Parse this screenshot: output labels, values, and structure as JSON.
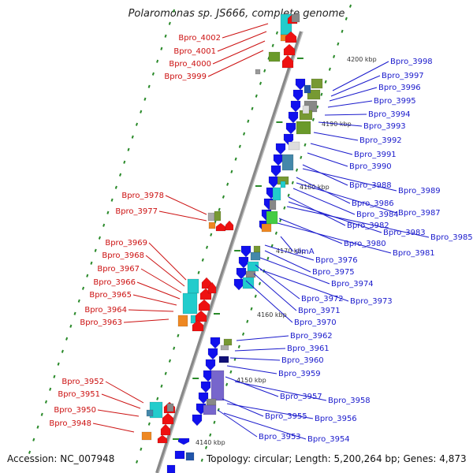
{
  "title": "Polaromonas sp. JS666, complete genome",
  "footer": {
    "accession": "Accession: NC_007948",
    "summary": "Topology: circular; Length: 5,200,264 bp; Genes: 4,873"
  },
  "colors": {
    "forward_label": "#1a1acc",
    "reverse_label": "#cc1111",
    "backbone": "#888888",
    "tick": "#2a8a2a"
  },
  "scale_labels": [
    "4140 kbp",
    "4150 kbp",
    "4160 kbp",
    "4170 kbp",
    "4180 kbp",
    "4190 kbp",
    "4200 kbp"
  ],
  "forward_genes": [
    "Bpro_3998",
    "Bpro_3997",
    "Bpro_3996",
    "Bpro_3995",
    "Bpro_3994",
    "Bpro_3993",
    "Bpro_3992",
    "Bpro_3991",
    "Bpro_3990",
    "Bpro_3988",
    "Bpro_3989",
    "Bpro_3986",
    "Bpro_3987",
    "Bpro_3984",
    "Bpro_3982",
    "Bpro_3983",
    "Bpro_3985",
    "Bpro_3980",
    "Bpro_3981",
    "slmA",
    "Bpro_3976",
    "Bpro_3975",
    "Bpro_3974",
    "Bpro_3972",
    "Bpro_3973",
    "Bpro_3971",
    "Bpro_3970",
    "Bpro_3962",
    "Bpro_3961",
    "Bpro_3960",
    "Bpro_3959",
    "Bpro_3957",
    "Bpro_3958",
    "Bpro_3955",
    "Bpro_3956",
    "Bpro_3953",
    "Bpro_3954"
  ],
  "reverse_genes": [
    "Bpro_4002",
    "Bpro_4001",
    "Bpro_4000",
    "Bpro_3999",
    "Bpro_3978",
    "Bpro_3977",
    "Bpro_3969",
    "Bpro_3968",
    "Bpro_3967",
    "Bpro_3966",
    "Bpro_3965",
    "Bpro_3964",
    "Bpro_3963",
    "Bpro_3952",
    "Bpro_3951",
    "Bpro_3950",
    "Bpro_3948"
  ]
}
